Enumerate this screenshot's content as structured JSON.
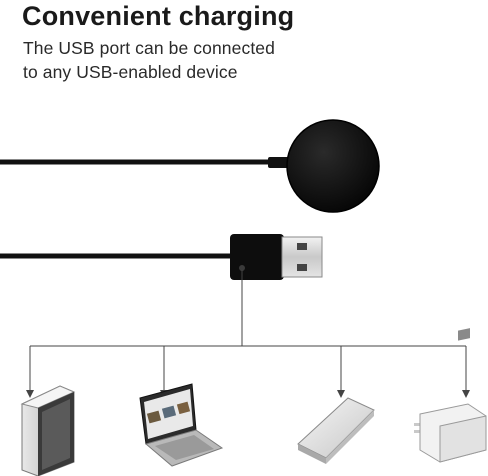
{
  "heading": {
    "title": "Convenient charging",
    "subtitle_line1": "The USB port can be connected",
    "subtitle_line2": "to any USB-enabled device"
  },
  "icons": {
    "charger": "magnetic-charger-puck-icon",
    "usb": "usb-a-plug-icon",
    "device1": "desktop-pc-tower-icon",
    "device2": "laptop-icon",
    "device3": "power-bank-icon",
    "device4": "usb-wall-adapter-icon"
  }
}
